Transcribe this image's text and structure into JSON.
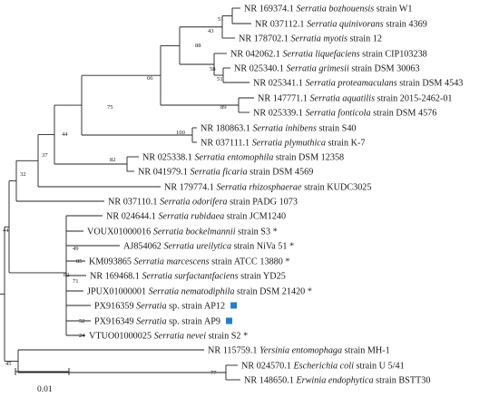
{
  "tree": {
    "leaves": [
      {
        "id": "W1",
        "acc": "NR 169374.1",
        "sp": "Serratia bozhouensis",
        "st": "strain W1"
      },
      {
        "id": "Q4369",
        "acc": "NR 037112.1",
        "sp": "Serratia quinivorans",
        "st": "strain 4369"
      },
      {
        "id": "My12",
        "acc": "NR 178702.1",
        "sp": "Serratia myotis",
        "st": "strain 12"
      },
      {
        "id": "Liq",
        "acc": "NR 042062.1",
        "sp": "Serratia liquefaciens",
        "st": "strain CIP103238"
      },
      {
        "id": "Gri",
        "acc": "NR 025340.1",
        "sp": "Serratia grimesii",
        "st": "strain DSM 30063"
      },
      {
        "id": "Pro",
        "acc": "NR 025341.1",
        "sp": "Serratia proteamaculans",
        "st": "strain DSM 4543"
      },
      {
        "id": "Aqu",
        "acc": "NR 147771.1",
        "sp": "Serratia aquatilis",
        "st": "strain 2015-2462-01"
      },
      {
        "id": "Fon",
        "acc": "NR 025339.1",
        "sp": "Serratia fonticola",
        "st": "strain DSM 4576"
      },
      {
        "id": "Inh",
        "acc": "NR 180863.1",
        "sp": "Serratia inhibens",
        "st": "strain S40"
      },
      {
        "id": "Ply",
        "acc": "NR 037111.1",
        "sp": "Serratia plymuthica",
        "st": "strain K-7"
      },
      {
        "id": "Ent",
        "acc": "NR 025338.1",
        "sp": "Serratia entomophila",
        "st": "strain DSM 12358"
      },
      {
        "id": "Fic",
        "acc": "NR 041979.1",
        "sp": "Serratia ficaria",
        "st": "strain DSM 4569"
      },
      {
        "id": "Rhi",
        "acc": "NR 179774.1",
        "sp": "Serratia rhizosphaerae",
        "st": "strain KUDC3025"
      },
      {
        "id": "Odo",
        "acc": "NR 037110.1",
        "sp": "Serratia odorifera",
        "st": "strain PADG 1073"
      },
      {
        "id": "Rub",
        "acc": "NR 024644.1",
        "sp": "Serratia rubidaea",
        "st": "strain JCM1240"
      },
      {
        "id": "Boc",
        "acc": "VOUX01000016",
        "sp": "Serratia bockelmannii",
        "st": "strain S3 *"
      },
      {
        "id": "Ure",
        "acc": "AJ854062",
        "sp": "Serratia ureilytica",
        "st": "strain NiVa 51 *"
      },
      {
        "id": "Mar",
        "acc": "KM093865",
        "sp": "Serratia marcescens",
        "st": "strain ATCC 13880 *"
      },
      {
        "id": "Sur",
        "acc": "NR 169468.1",
        "sp": "Serratia surfactantfaciens",
        "st": "strain YD25"
      },
      {
        "id": "Nem",
        "acc": "JPUX01000001",
        "sp": "Serratia nematodiphila",
        "st": "strain DSM 21420 *"
      },
      {
        "id": "AP12",
        "acc": "PX916359",
        "sp": "Serratia",
        "st": "sp. strain AP12",
        "marker": "#1e7fd0"
      },
      {
        "id": "AP9",
        "acc": "PX916349",
        "sp": "Serratia",
        "st": "sp. strain AP9",
        "marker": "#1e7fd0"
      },
      {
        "id": "Nev",
        "acc": "VTUO01000025",
        "sp": "Serratia nevei",
        "st": "strain S2 *"
      },
      {
        "id": "Yer",
        "acc": "NR 115759.1",
        "sp": "Yersinia entomophaga",
        "st": "strain MH-1"
      },
      {
        "id": "Esc",
        "acc": "NR 024570.1",
        "sp": "Escherichia coli",
        "st": "strain U 5/41"
      },
      {
        "id": "Erw",
        "acc": "NR 148650.1",
        "sp": "Erwinia endophytica",
        "st": "strain BSTT30"
      }
    ],
    "bootstrap": {
      "n51a": "51",
      "n43": "43",
      "n88": "88",
      "n58": "58",
      "n51b": "51",
      "n66": "66",
      "n89": "89",
      "n75": "75",
      "n100": "100",
      "n44a": "44",
      "n82a": "82",
      "n37": "37",
      "n32": "32",
      "n44b": "44",
      "n49": "49",
      "n82b": "82",
      "n85": "85",
      "n71": "71",
      "n52": "52",
      "n24": "24",
      "n45": "45",
      "n77": "77"
    },
    "scale_label": "0.01"
  }
}
